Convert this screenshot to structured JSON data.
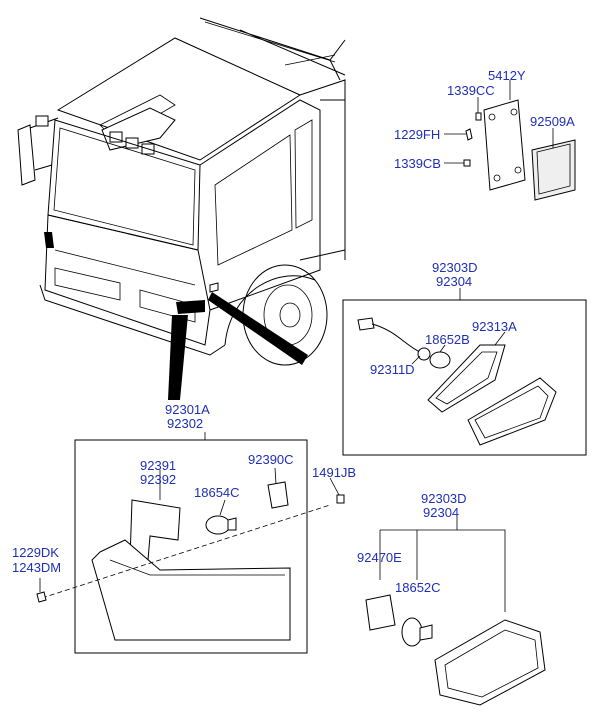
{
  "colors": {
    "label": "#1f2fb6",
    "line": "#000000",
    "background": "#ffffff"
  },
  "labels": {
    "l_5412Y": "5412Y",
    "l_1339CC": "1339CC",
    "l_92509A": "92509A",
    "l_1229FH": "1229FH",
    "l_1339CB": "1339CB",
    "l_92303D_top": "92303D",
    "l_92304_top": "92304",
    "l_92313A": "92313A",
    "l_18652B": "18652B",
    "l_92311D": "92311D",
    "l_92301A": "92301A",
    "l_92302": "92302",
    "l_92391": "92391",
    "l_92392": "92392",
    "l_92390C": "92390C",
    "l_1491JB": "1491JB",
    "l_18654C": "18654C",
    "l_1229DK": "1229DK",
    "l_1243DM": "1243DM",
    "l_92303D_bot": "92303D",
    "l_92304_bot": "92304",
    "l_92470E": "92470E",
    "l_18652C": "18652C"
  }
}
